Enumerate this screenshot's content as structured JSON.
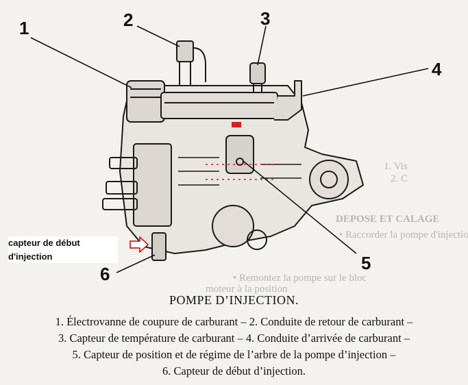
{
  "callouts": {
    "c1": "1",
    "c2": "2",
    "c3": "3",
    "c4": "4",
    "c5": "5",
    "c6": "6"
  },
  "note": {
    "line1": "capteur de début",
    "line2": "d'injection"
  },
  "caption": {
    "title": "POMPE D’INJECTION.",
    "line1": "1. Électrovanne de coupure de carburant – 2. Conduite de retour de carburant –",
    "line2": "3. Capteur de température de carburant – 4. Conduite d’arrivée de carburant –",
    "line3": "5. Capteur de position et de régime de l’arbre de la pompe d’injection –",
    "line4": "6. Capteur de début d’injection."
  },
  "colors": {
    "ink": "#111111",
    "marker": "#d11f1f",
    "paper": "#f4f2ee"
  },
  "icons": {
    "arrow": "red-outline-arrow-icon"
  }
}
